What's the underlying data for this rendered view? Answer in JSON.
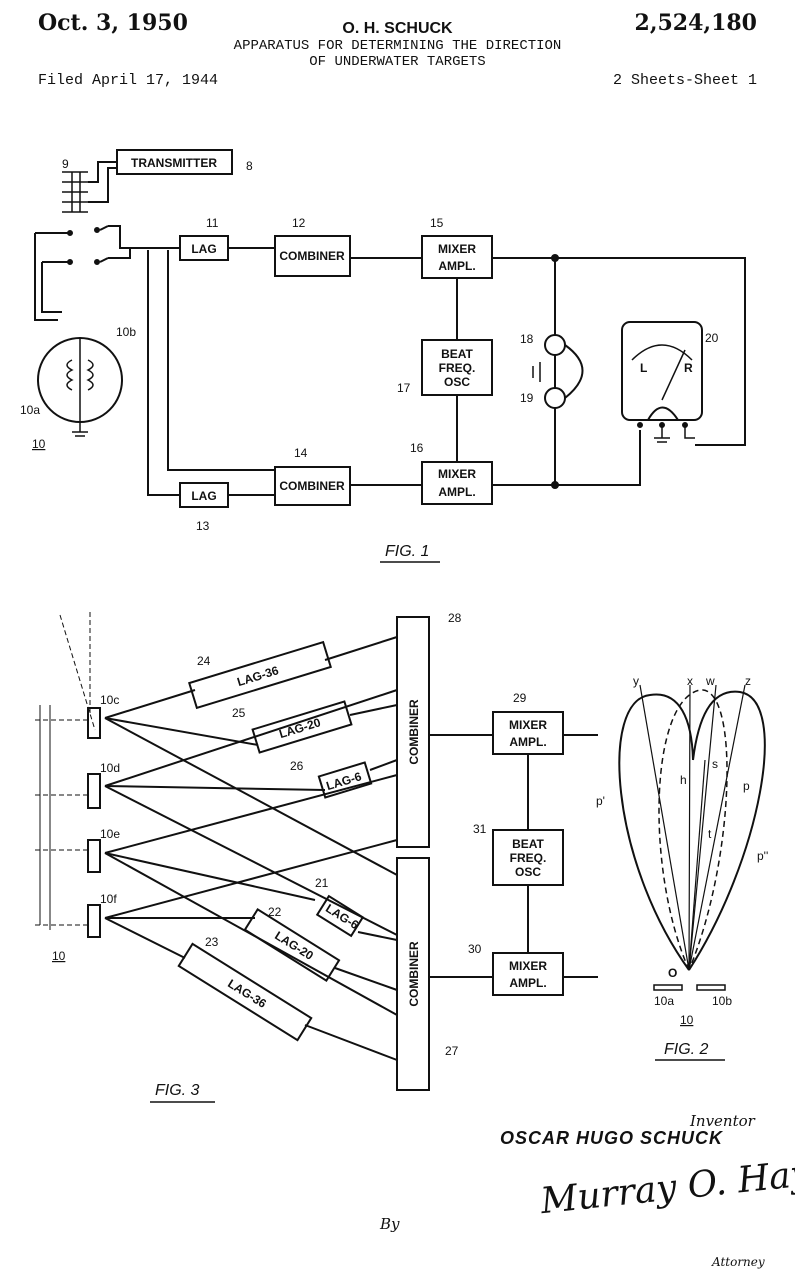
{
  "header": {
    "date": "Oct. 3, 1950",
    "inventor_name": "O. H. SCHUCK",
    "title_line1": "APPARATUS FOR DETERMINING THE DIRECTION",
    "title_line2": "OF UNDERWATER TARGETS",
    "patent_number": "2,524,180",
    "filed": "Filed April 17, 1944",
    "sheets": "2 Sheets-Sheet 1"
  },
  "fig1": {
    "caption": "FIG. 1",
    "transmitter": "TRANSMITTER",
    "lag": "LAG",
    "combiner": "COMBINER",
    "mixer_line1": "MIXER",
    "mixer_line2": "AMPL.",
    "beat_line1": "BEAT",
    "beat_line2": "FREQ.",
    "beat_line3": "OSC",
    "meter_left": "L",
    "meter_right": "R",
    "refs": {
      "r8": "8",
      "r9": "9",
      "r10": "10",
      "r10a": "10a",
      "r10b": "10b",
      "r11": "11",
      "r12": "12",
      "r13": "13",
      "r14": "14",
      "r15": "15",
      "r16": "16",
      "r17": "17",
      "r18": "18",
      "r19": "19",
      "r20": "20"
    }
  },
  "fig2": {
    "caption": "FIG. 2",
    "labels": {
      "y": "y",
      "x": "x",
      "w": "w",
      "z": "z",
      "h": "h",
      "p": "p",
      "p_prime": "p'",
      "p_double": "p''",
      "t": "t",
      "o": "O",
      "s": "s",
      "e10a": "10a",
      "e10b": "10b",
      "e10": "10"
    }
  },
  "fig3": {
    "caption": "FIG. 3",
    "combiner": "COMBINER",
    "mixer_line1": "MIXER",
    "mixer_line2": "AMPL.",
    "beat_line1": "BEAT",
    "beat_line2": "FREQ.",
    "beat_line3": "OSC",
    "lag36": "LAG-36",
    "lag20": "LAG-20",
    "lag6": "LAG-6",
    "refs": {
      "r10": "10",
      "r10c": "10c",
      "r10d": "10d",
      "r10e": "10e",
      "r10f": "10f",
      "r21": "21",
      "r22": "22",
      "r23": "23",
      "r24": "24",
      "r25": "25",
      "r26": "26",
      "r27": "27",
      "r28": "28",
      "r29": "29",
      "r30": "30",
      "r31": "31"
    }
  },
  "signature": {
    "inventor_label": "Inventor",
    "inventor": "OSCAR HUGO SCHUCK",
    "signature": "Murray O. Hayes",
    "by": "By",
    "attorney": "Attorney"
  }
}
